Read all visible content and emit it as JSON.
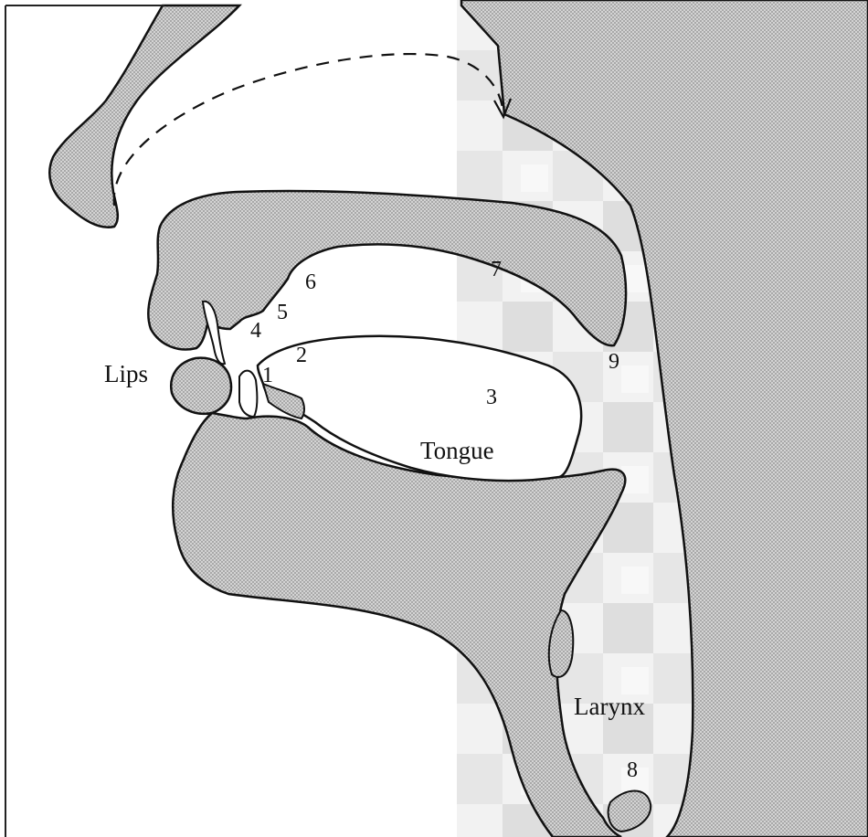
{
  "labels": {
    "lips": "Lips",
    "tongue": "Tongue",
    "larynx": "Larynx",
    "n1": "1",
    "n2": "2",
    "n3": "3",
    "n4": "4",
    "n5": "5",
    "n6": "6",
    "n7": "7",
    "n8": "8",
    "n9": "9"
  },
  "colors": {
    "tissue_fill": "#c9c9c9",
    "background_check_light": "#f4f4f4",
    "background_check_dark": "#d6d6d6",
    "outline": "#111111"
  }
}
